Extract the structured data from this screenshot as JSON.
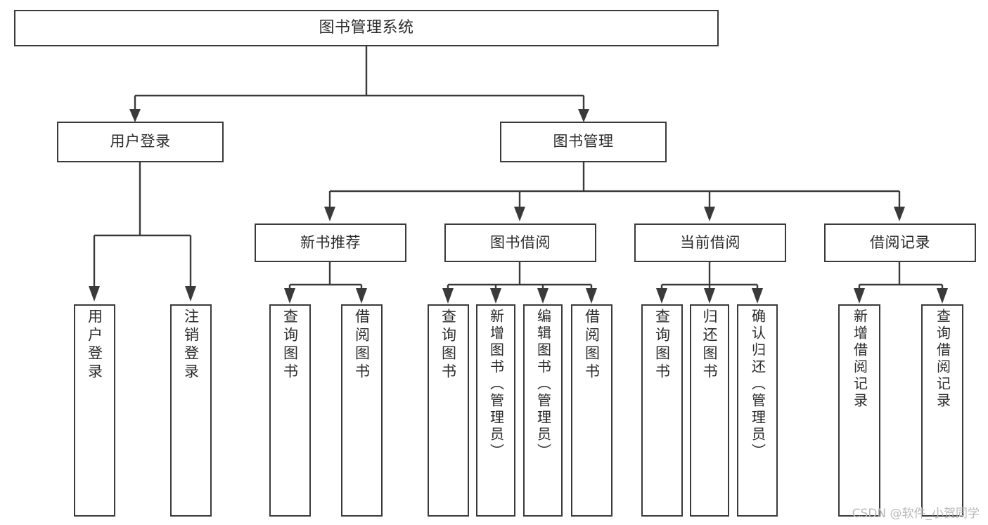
{
  "diagram": {
    "title": "图书管理系统",
    "type": "tree-hierarchy-chart",
    "root": {
      "label": "图书管理系统"
    },
    "level2": [
      {
        "label": "用户登录"
      },
      {
        "label": "图书管理"
      }
    ],
    "level3": [
      {
        "label": "新书推荐"
      },
      {
        "label": "图书借阅"
      },
      {
        "label": "当前借阅"
      },
      {
        "label": "借阅记录"
      }
    ],
    "leaves": [
      {
        "label": "用户登录",
        "parent": "用户登录"
      },
      {
        "label": "注销登录",
        "parent": "用户登录"
      },
      {
        "label": "查询图书",
        "parent": "新书推荐"
      },
      {
        "label": "借阅图书",
        "parent": "新书推荐"
      },
      {
        "label": "查询图书",
        "parent": "图书借阅"
      },
      {
        "label": "新增图书（管理员）",
        "parent": "图书借阅"
      },
      {
        "label": "编辑图书（管理员）",
        "parent": "图书借阅"
      },
      {
        "label": "借阅图书",
        "parent": "图书借阅"
      },
      {
        "label": "查询图书",
        "parent": "当前借阅"
      },
      {
        "label": "归还图书",
        "parent": "当前借阅"
      },
      {
        "label": "确认归还（管理员）",
        "parent": "当前借阅"
      },
      {
        "label": "新增借阅记录",
        "parent": "借阅记录"
      },
      {
        "label": "查询借阅记录",
        "parent": "借阅记录"
      }
    ],
    "watermark": "CSDN @软件_小贺同学",
    "colors": {
      "stroke": "#3a3a3a",
      "fill": "#ffffff",
      "text": "#2b2b2b",
      "watermark": "#b9b9b9"
    }
  }
}
